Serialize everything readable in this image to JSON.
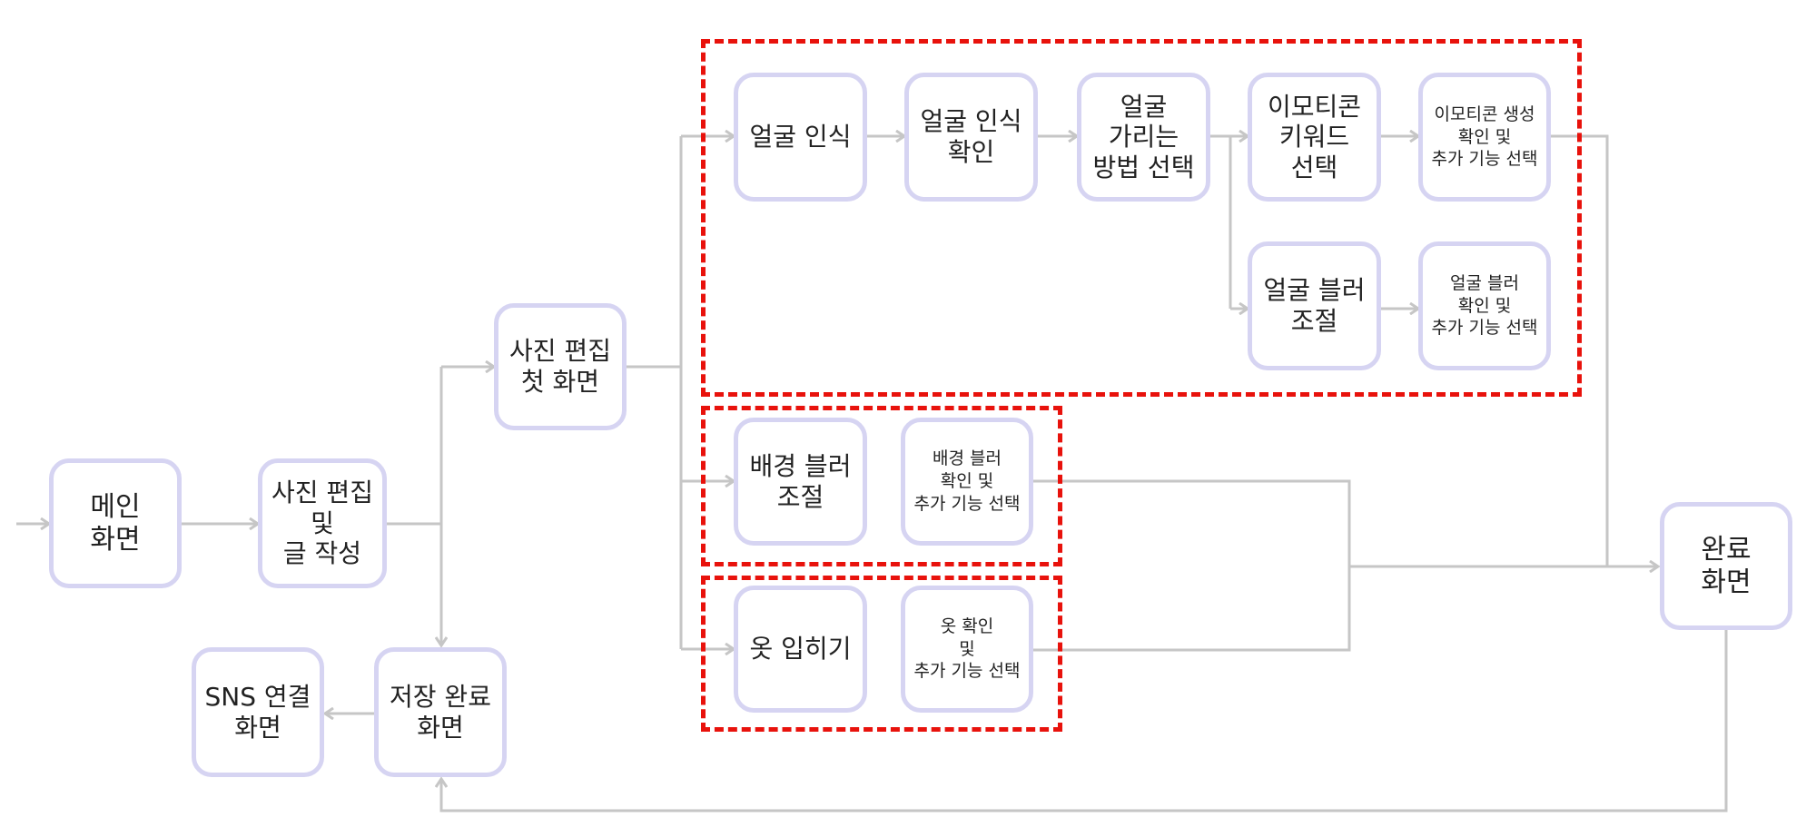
{
  "colors": {
    "node_border": "#d6d4f2",
    "connector": "#c6c6c6",
    "group_border": "#e8120c",
    "text": "#222222"
  },
  "nodes": {
    "main": "메인\n화면",
    "photo_edit_write": "사진 편집\n및\n글 작성",
    "photo_edit_first": "사진 편집\n첫 화면",
    "save_complete": "저장 완료\n화면",
    "sns_connect": "SNS 연결\n화면",
    "face_recognition": "얼굴 인식",
    "face_recognition_confirm": "얼굴 인식\n확인",
    "face_cover_method": "얼굴\n가리는\n방법 선택",
    "emoticon_keyword": "이모티콘\n키워드\n선택",
    "emoticon_confirm": "이모티콘 생성\n확인 및\n추가 기능 선택",
    "face_blur_adjust": "얼굴 블러\n조절",
    "face_blur_confirm": "얼굴 블러\n확인 및\n추가 기능 선택",
    "bg_blur_adjust": "배경 블러\n조절",
    "bg_blur_confirm": "배경 블러\n확인 및\n추가 기능 선택",
    "outfit": "옷 입히기",
    "outfit_confirm": "옷 확인\n및\n추가 기능 선택",
    "complete": "완료\n화면"
  }
}
